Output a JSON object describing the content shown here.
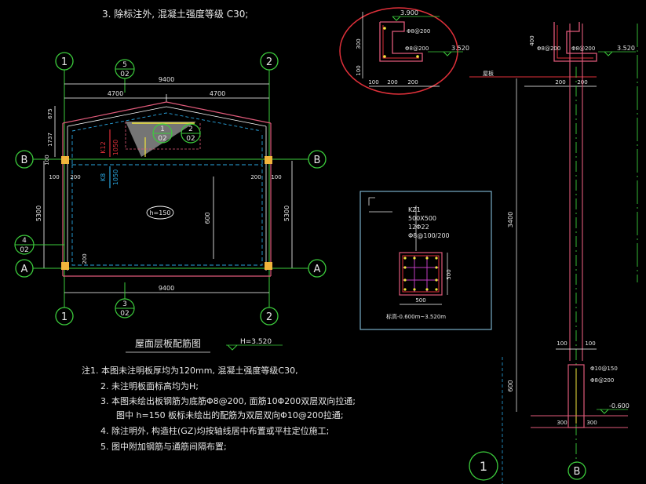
{
  "top_note": "3. 除标注外, 混凝土强度等级 C30;",
  "plan": {
    "title": "屋面层板配筋图",
    "level": "H=3.520",
    "axis_1": "1",
    "axis_2": "2",
    "axis_a": "A",
    "axis_b": "B",
    "dim_total": "9400",
    "dim_half": "4700",
    "dim_5300": "5300",
    "dim_100": "100",
    "dim_200": "200",
    "dim_675": "675",
    "dim_1737": "1737",
    "dim_1050": "1050",
    "slab_tag": "h=150",
    "detail_5_num": "5",
    "detail_4_num": "4",
    "detail_3_num": "3",
    "detail_1_num": "1",
    "detail_2_num": "2",
    "detail_sheet": "02",
    "rebar_label_1": "K12",
    "rebar_label_2": "K8",
    "rebar_label_3": "600"
  },
  "notes": {
    "n1": "注1. 本图未注明板厚均为120mm, 混凝土强度等级C30,",
    "n2": "2. 未注明板面标高均为H;",
    "n3": "3. 本图未绘出板钢筋为底筋Φ8@200, 面筋10Φ200双层双向拉通;",
    "n3b": "图中 h=150 板标未绘出的配筋为双层双向Φ10@200拉通;",
    "n4": "4. 除注明外, 构造柱(GZ)均按轴线居中布置或平柱定位施工;",
    "n5": "5. 图中附加钢筋与通筋间隔布置;"
  },
  "detail_eave": {
    "level_top": "3.900",
    "level_bottom": "3.520",
    "rebar": "Φ8@200",
    "dim_100": "100",
    "dim_200": "200",
    "dim_300": "300",
    "dim_400": "400"
  },
  "column": {
    "id": "KZ1",
    "size": "500X500",
    "main_bars": "12Φ22",
    "stirrup": "Φ8@100/200",
    "dim_500": "500",
    "range": "标高-0.600m~3.520m",
    "axis_label": "B",
    "detail_num": "1",
    "level_top": "3.520",
    "level_bottom": "-0.600",
    "dim_3400": "3400",
    "dim_600": "600",
    "dim_100": "100",
    "dim_200": "200",
    "dim_300": "300",
    "rebar_top": "Φ8@200",
    "rebar_foot": "Φ10@150",
    "slab_label": "屋板"
  }
}
